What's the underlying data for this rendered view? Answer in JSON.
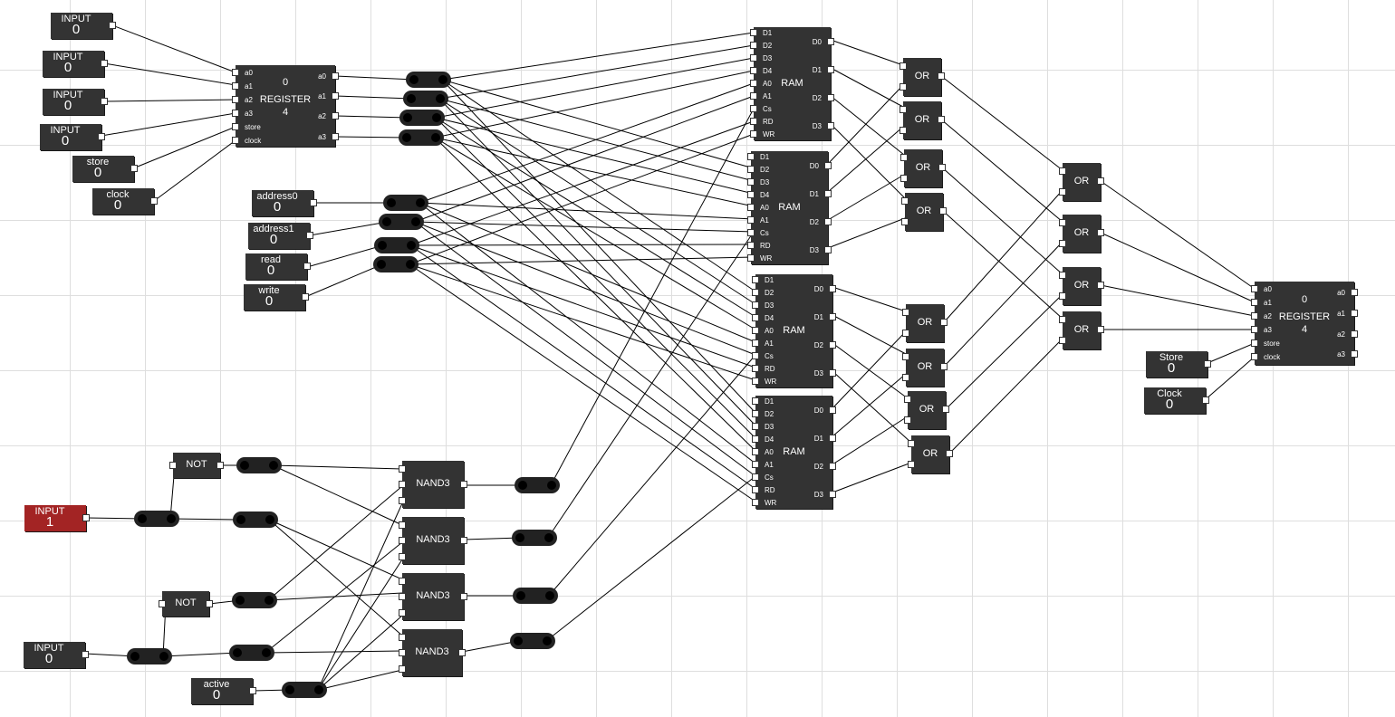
{
  "inputs": [
    {
      "label": "INPUT",
      "value": "0"
    },
    {
      "label": "INPUT",
      "value": "0"
    },
    {
      "label": "INPUT",
      "value": "0"
    },
    {
      "label": "INPUT",
      "value": "0"
    },
    {
      "label": "store",
      "value": "0"
    },
    {
      "label": "clock",
      "value": "0"
    },
    {
      "label": "address0",
      "value": "0"
    },
    {
      "label": "address1",
      "value": "0"
    },
    {
      "label": "read",
      "value": "0"
    },
    {
      "label": "write",
      "value": "0"
    },
    {
      "label": "INPUT",
      "value": "1",
      "state": "high"
    },
    {
      "label": "INPUT",
      "value": "0"
    },
    {
      "label": "active",
      "value": "0"
    },
    {
      "label": "Store",
      "value": "0"
    },
    {
      "label": "Clock",
      "value": "0"
    }
  ],
  "register_left": {
    "value": "0",
    "name": "REGISTER",
    "bits": "4",
    "in_ports": [
      "a0",
      "a1",
      "a2",
      "a3",
      "store",
      "clock"
    ],
    "out_ports": [
      "a0",
      "a1",
      "a2",
      "a3"
    ]
  },
  "register_right": {
    "value": "0",
    "name": "REGISTER",
    "bits": "4",
    "in_ports": [
      "a0",
      "a1",
      "a2",
      "a3",
      "store",
      "clock"
    ],
    "out_ports": [
      "a0",
      "a1",
      "a2",
      "a3"
    ]
  },
  "ram": {
    "name": "RAM",
    "in_ports": [
      "D1",
      "D2",
      "D3",
      "D4",
      "A0",
      "A1",
      "Cs",
      "RD",
      "WR"
    ],
    "out_ports": [
      "D0",
      "D1",
      "D2",
      "D3"
    ]
  },
  "gates": {
    "not": "NOT",
    "nand3": "NAND3",
    "or": "OR"
  },
  "colors": {
    "node": "#333333",
    "active_input": "#a32424",
    "wire": "#000000",
    "grid": "#dedede"
  }
}
